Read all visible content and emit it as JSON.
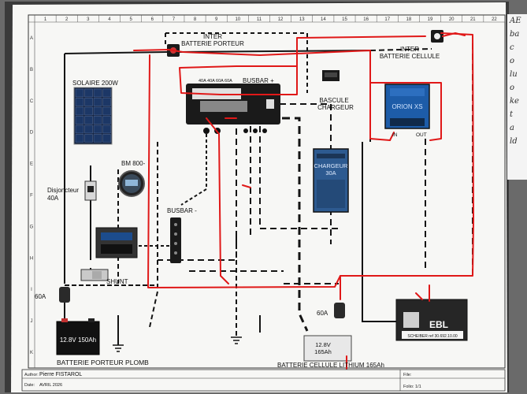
{
  "grid": {
    "columns": [
      "1",
      "2",
      "3",
      "4",
      "5",
      "6",
      "7",
      "8",
      "9",
      "10",
      "11",
      "12",
      "13",
      "14",
      "15",
      "16",
      "17",
      "18",
      "19",
      "20",
      "21",
      "22"
    ],
    "rows": [
      "A",
      "B",
      "C",
      "D",
      "E",
      "F",
      "G",
      "H",
      "I",
      "J",
      "K"
    ]
  },
  "labels": {
    "inter_porteur_1": "INTER",
    "inter_porteur_2": "BATTERIE PORTEUR",
    "inter_cellule_1": "INTER",
    "inter_cellule_2": "BATTERIE CELLULE",
    "busbar_plus": "BUSBAR +",
    "fuse_ratings": "40A 40A 60A 60A",
    "solaire": "SOLAIRE 200W",
    "bascule_1": "BASCULE",
    "bascule_2": "CHARGEUR",
    "orion_1": "ORION XS",
    "orion_in": "IN",
    "orion_out": "OUT",
    "chargeur_1": "CHARGEUR",
    "chargeur_2": "30A",
    "bm": "BM 800-",
    "disjoncteur_1": "Disjoncteur",
    "disjoncteur_2": "40A",
    "busbar_minus": "BUSBAR -",
    "shunt": "SHUNT",
    "fuse_60a_left": "60A",
    "fuse_60a_right": "60A",
    "batt_porteur_value": "12.8V 150Ah",
    "batt_porteur_label": "BATTERIE PORTEUR PLOMB",
    "batt_lithium_value_1": "12.8V",
    "batt_lithium_value_2": "165Ah",
    "batt_cellule_label": "BATTERIE  CELLULE LITHIUM 165Ah",
    "ebl_brand": "EBL",
    "ebl_ref": "SCHEIBER ref 30.692.10.00"
  },
  "title_block": {
    "author_label": "Author:",
    "author_value": "Pierre FISTAROL",
    "date_label": "Date:",
    "date_value": "AVRIL 2026",
    "file_label": "File:",
    "folio_label": "Folio: 1/1"
  },
  "margin_note": [
    "AE",
    "ba",
    "c",
    "o",
    "lu",
    "o",
    "ke",
    "t",
    "a",
    "ld"
  ],
  "colors": {
    "annotation_red": "#e01818",
    "wire": "#141414",
    "paper": "#f7f7f5"
  }
}
